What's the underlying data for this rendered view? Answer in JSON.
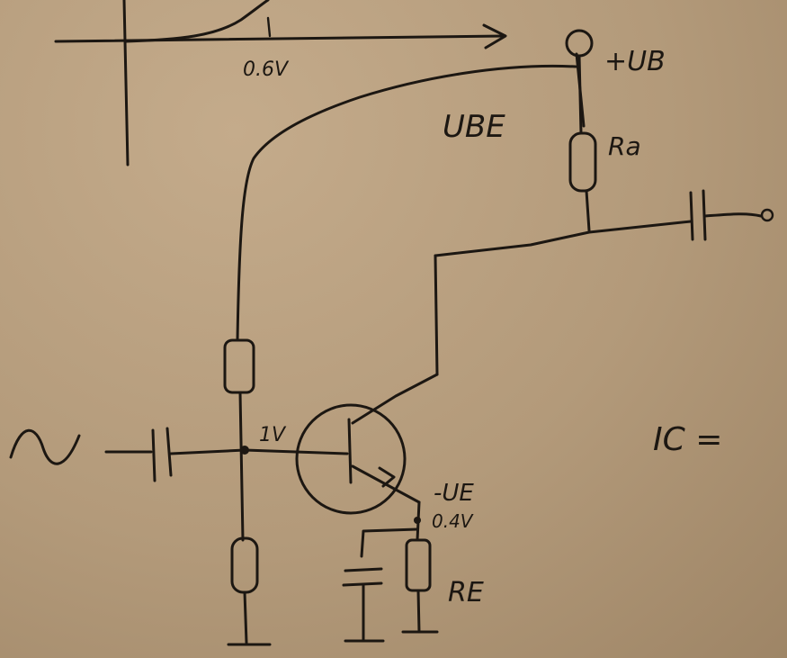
{
  "labels": {
    "curve_threshold": "0.6V",
    "supply": "+UB",
    "base_emitter": "UBE",
    "collector_resistor": "Ra",
    "base_voltage": "1V",
    "emitter_voltage_name": "-UE",
    "emitter_voltage_value": "0.4V",
    "emitter_resistor": "RE",
    "collector_current": "IC ="
  }
}
